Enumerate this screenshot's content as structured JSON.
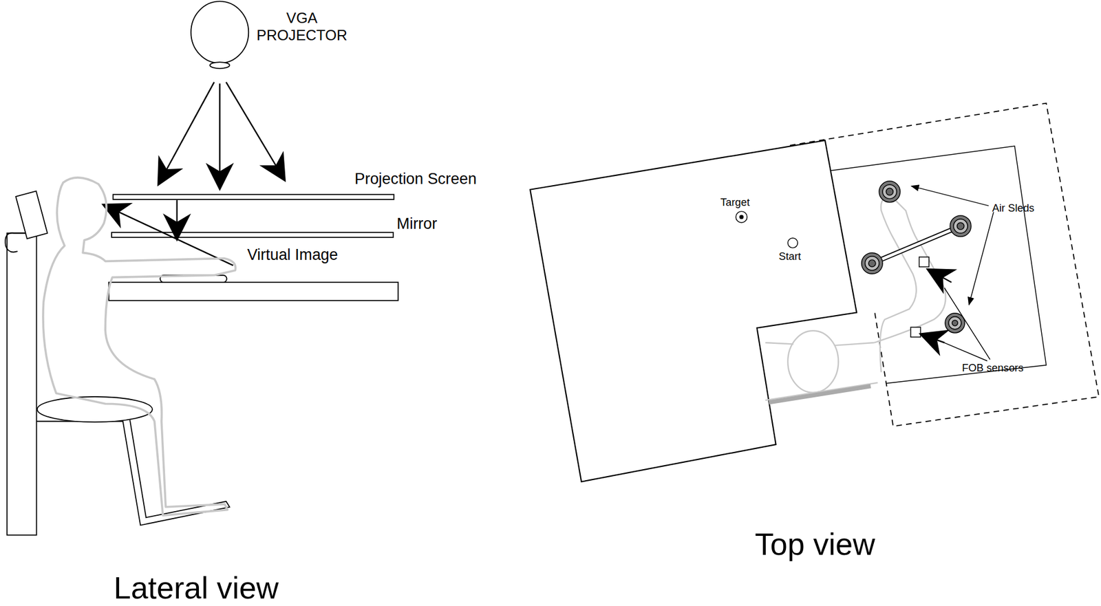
{
  "diagram": {
    "labels": [
      "VGA PROJECTOR",
      "Projection Screen",
      "Mirror",
      "Virtual Image",
      "Lateral view",
      "Target",
      "Start",
      "Air Sleds",
      "FOB sensors",
      "Top view"
    ]
  }
}
